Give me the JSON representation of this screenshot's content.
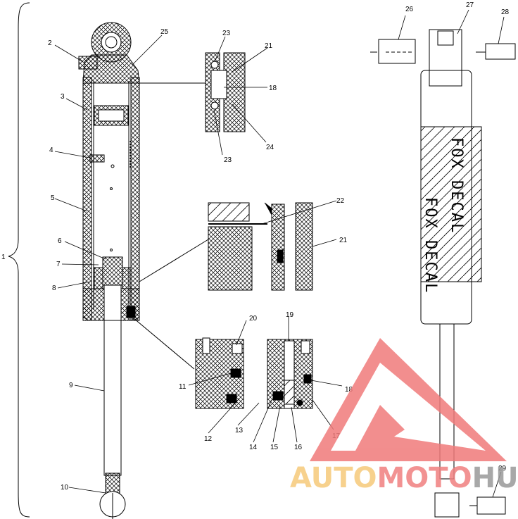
{
  "diagram": {
    "callouts": [
      {
        "id": "1",
        "label": "1"
      },
      {
        "id": "2",
        "label": "2"
      },
      {
        "id": "3",
        "label": "3"
      },
      {
        "id": "4",
        "label": "4"
      },
      {
        "id": "5",
        "label": "5"
      },
      {
        "id": "6",
        "label": "6"
      },
      {
        "id": "7",
        "label": "7"
      },
      {
        "id": "8",
        "label": "8"
      },
      {
        "id": "9",
        "label": "9"
      },
      {
        "id": "10",
        "label": "10"
      },
      {
        "id": "11",
        "label": "11"
      },
      {
        "id": "12",
        "label": "12"
      },
      {
        "id": "13",
        "label": "13"
      },
      {
        "id": "14",
        "label": "14"
      },
      {
        "id": "15",
        "label": "15"
      },
      {
        "id": "16",
        "label": "16"
      },
      {
        "id": "17",
        "label": "17"
      },
      {
        "id": "18a",
        "label": "18"
      },
      {
        "id": "18b",
        "label": "18"
      },
      {
        "id": "19",
        "label": "19"
      },
      {
        "id": "20",
        "label": "20"
      },
      {
        "id": "21a",
        "label": "21"
      },
      {
        "id": "21b",
        "label": "21"
      },
      {
        "id": "22",
        "label": "22"
      },
      {
        "id": "23a",
        "label": "23"
      },
      {
        "id": "23b",
        "label": "23"
      },
      {
        "id": "24",
        "label": "24"
      },
      {
        "id": "25",
        "label": "25"
      },
      {
        "id": "26",
        "label": "26"
      },
      {
        "id": "27",
        "label": "27"
      },
      {
        "id": "28",
        "label": "28"
      },
      {
        "id": "29",
        "label": "29"
      }
    ],
    "decal_text_1": "FOX DECAL",
    "decal_text_2": "FOX DECAL"
  },
  "watermark": {
    "part1": "AUTO",
    "part2": "MOTO",
    "part3": "HUB",
    "colors": {
      "auto": "#f6c97a",
      "moto": "#f08080",
      "hub": "#9a9a9a",
      "triangle": "#f07a7a"
    }
  }
}
